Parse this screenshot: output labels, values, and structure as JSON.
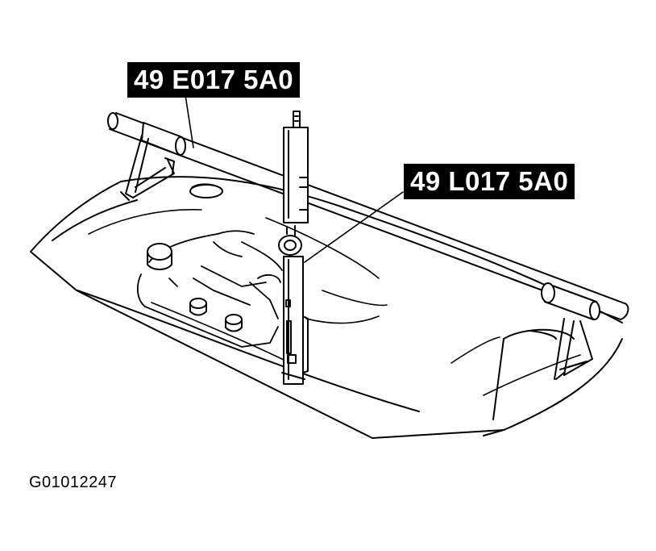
{
  "callouts": {
    "tool_a": "49 E017 5A0",
    "tool_b": "49 L017 5A0"
  },
  "figure_id": "G01012247",
  "colors": {
    "ink": "#000000",
    "paper": "#ffffff"
  }
}
